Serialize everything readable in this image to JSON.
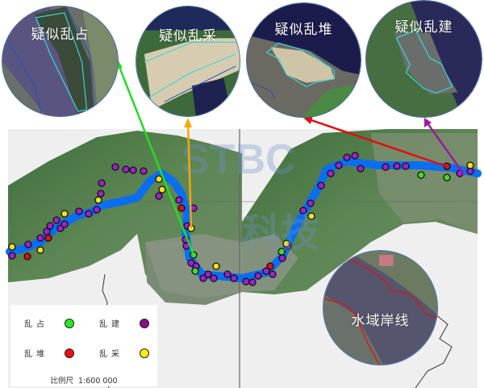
{
  "insets": [
    {
      "id": "occupy",
      "label": "疑似乱占",
      "arrow_color": "#22dd22"
    },
    {
      "id": "quarry",
      "label": "疑似乱采",
      "arrow_color": "#f5a800"
    },
    {
      "id": "pile",
      "label": "疑似乱堆",
      "arrow_color": "#e01010"
    },
    {
      "id": "build",
      "label": "疑似乱建",
      "arrow_color": "#9a1aa0"
    },
    {
      "id": "shoreline",
      "label": "水域岸线",
      "boundary_color": "#e01010"
    }
  ],
  "legend": {
    "items": [
      {
        "label": "乱占",
        "color": "#22ee22"
      },
      {
        "label": "乱建",
        "color": "#8b0a8b"
      },
      {
        "label": "乱堆",
        "color": "#ee1111"
      },
      {
        "label": "乱采",
        "color": "#ffee00"
      }
    ],
    "scale_label": "比例尺",
    "scale_value": "1:600 000"
  },
  "watermark": {
    "line1": "STBC",
    "line2": "科技"
  },
  "colors": {
    "river": "#0a6ef0",
    "occupy": "#44dd22",
    "build": "#a020d0",
    "pile": "#dd1111",
    "quarry": "#f0e020",
    "terrain": "#4b7a46",
    "background": "#efefef"
  }
}
